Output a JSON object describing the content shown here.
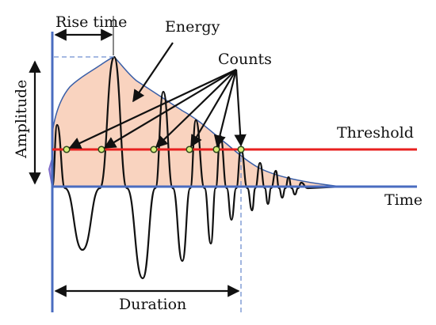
{
  "labels": {
    "rise_time": "Rise time",
    "energy": "Energy",
    "counts": "Counts",
    "threshold": "Threshold",
    "amplitude": "Amplitude",
    "time": "Time",
    "duration": "Duration"
  },
  "colors": {
    "envelope_fill": "#f9d3bf",
    "envelope_stroke": "#3a5fa8",
    "waveform": "#111111",
    "threshold_line": "#e8201f",
    "axis": "#4a6cc0",
    "guide_dashed": "#6f8fd0",
    "count_marker_fill": "#d8f07a",
    "count_marker_stroke": "#2d4a1a"
  },
  "icons": {
    "arrow": "arrowhead",
    "count_marker": "circle"
  }
}
